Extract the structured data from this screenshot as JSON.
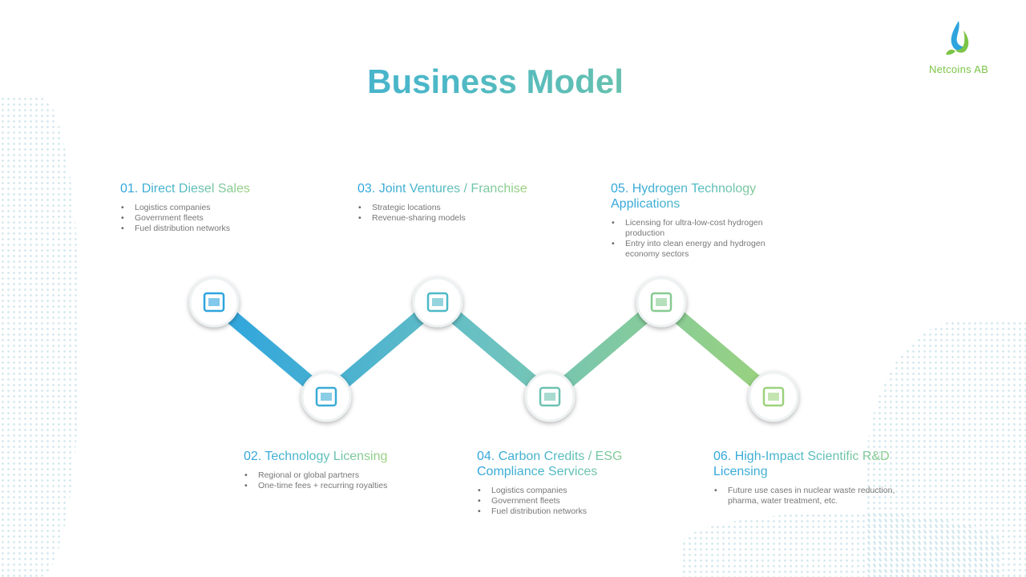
{
  "title": "Business Model",
  "logo": {
    "text": "Netcoins AB"
  },
  "colors": {
    "blue": "#2ea4de",
    "teal": "#4db8c7",
    "green": "#9bd27c"
  },
  "steps": [
    {
      "heading": "01. Direct Diesel Sales",
      "bullets": [
        "Logistics companies",
        "Government fleets",
        "Fuel distribution networks"
      ],
      "icon": "fuel-pump-icon"
    },
    {
      "heading": "02. Technology Licensing",
      "bullets": [
        "Regional or global partners",
        "One-time fees + recurring royalties"
      ],
      "icon": "license-certificate-icon"
    },
    {
      "heading": "03. Joint Ventures / Franchise",
      "bullets": [
        "Strategic locations",
        "Revenue-sharing models"
      ],
      "icon": "city-buildings-icon"
    },
    {
      "heading": "04. Carbon Credits / ESG Compliance Services",
      "bullets": [
        "Logistics companies",
        "Government fleets",
        "Fuel distribution networks"
      ],
      "icon": "carbon-cycle-icon"
    },
    {
      "heading": "05. Hydrogen Technology Applications",
      "bullets": [
        "Licensing for ultra-low-cost hydrogen production",
        "Entry into clean energy and hydrogen economy sectors"
      ],
      "icon": "hydrogen-station-icon"
    },
    {
      "heading": "06. High-Impact Scientific R&D Licensing",
      "bullets": [
        "Future use cases in nuclear waste reduction, pharma, water treatment, etc."
      ],
      "icon": "lab-beaker-icon"
    }
  ]
}
